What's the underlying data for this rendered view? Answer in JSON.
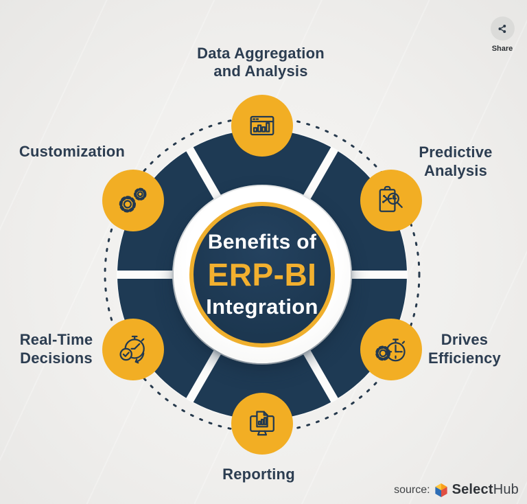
{
  "title": "Benefits of ERP-BI Integration infographic",
  "colors": {
    "navy": "#1E3A54",
    "yellow": "#F2AE24",
    "ring_yellow": "#EFAF2D",
    "label_text": "#2C3D51",
    "background": "#F0EFED"
  },
  "share": {
    "label": "Share",
    "icon": "share-icon"
  },
  "center": {
    "line1": "Benefits of",
    "line2": "ERP-BI",
    "line3": "Integration"
  },
  "diagram": {
    "type": "circular-benefits-wheel",
    "segments": 6,
    "items": [
      {
        "label": "Data Aggregation\nand Analysis",
        "icon": "data-aggregation-icon",
        "position": "top"
      },
      {
        "label": "Predictive\nAnalysis",
        "icon": "predictive-analysis-icon",
        "position": "top-right"
      },
      {
        "label": "Drives\nEfficiency",
        "icon": "drives-efficiency-icon",
        "position": "bottom-right"
      },
      {
        "label": "Reporting",
        "icon": "reporting-icon",
        "position": "bottom"
      },
      {
        "label": "Real-Time\nDecisions",
        "icon": "real-time-decisions-icon",
        "position": "bottom-left"
      },
      {
        "label": "Customization",
        "icon": "customization-icon",
        "position": "top-left"
      }
    ]
  },
  "source": {
    "prefix": "source:",
    "brand_bold": "Select",
    "brand_regular": "Hub",
    "logo": "selecthub-cube-logo"
  }
}
